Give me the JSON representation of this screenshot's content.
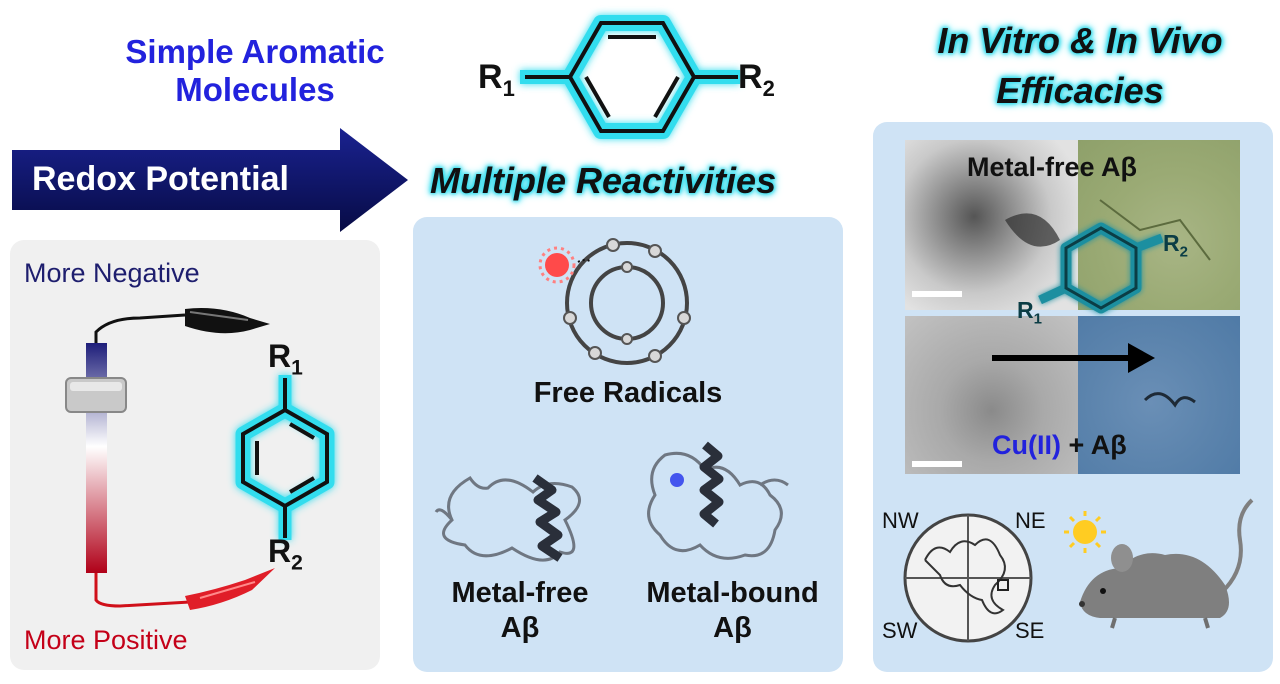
{
  "left_title": [
    "Simple Aromatic",
    "Molecules"
  ],
  "center_title": "Multiple Reactivities",
  "right_title": [
    "In Vitro & In Vivo",
    "Efficacies"
  ],
  "arrow_label": "Redox Potential",
  "structure_labels": {
    "r1": "R",
    "r1_sub": "1",
    "r2": "R",
    "r2_sub": "2"
  },
  "left_panel": {
    "top": "More Negative",
    "bottom": "More Positive"
  },
  "center_panel": {
    "radicals": "Free Radicals",
    "metal_free": [
      "Metal-free",
      "Aβ"
    ],
    "metal_bound": [
      "Metal-bound",
      "Aβ"
    ]
  },
  "right_panel": {
    "tem_top": "Metal-free Aβ",
    "tem_bottom_metal": "Cu(II)",
    "tem_bottom_rest": " + Aβ",
    "quadrants": {
      "nw": "NW",
      "ne": "NE",
      "sw": "SW",
      "se": "SE"
    }
  },
  "colors": {
    "title_blue": "#2222dd",
    "arrow_navy": "#0a0f5c",
    "cyan_glow": "#33ddee",
    "positive_red": "#c40018",
    "negative_blue": "#1e1e6e",
    "panel_gray": "#f0f0f0",
    "panel_blue": "#cfe3f5"
  }
}
